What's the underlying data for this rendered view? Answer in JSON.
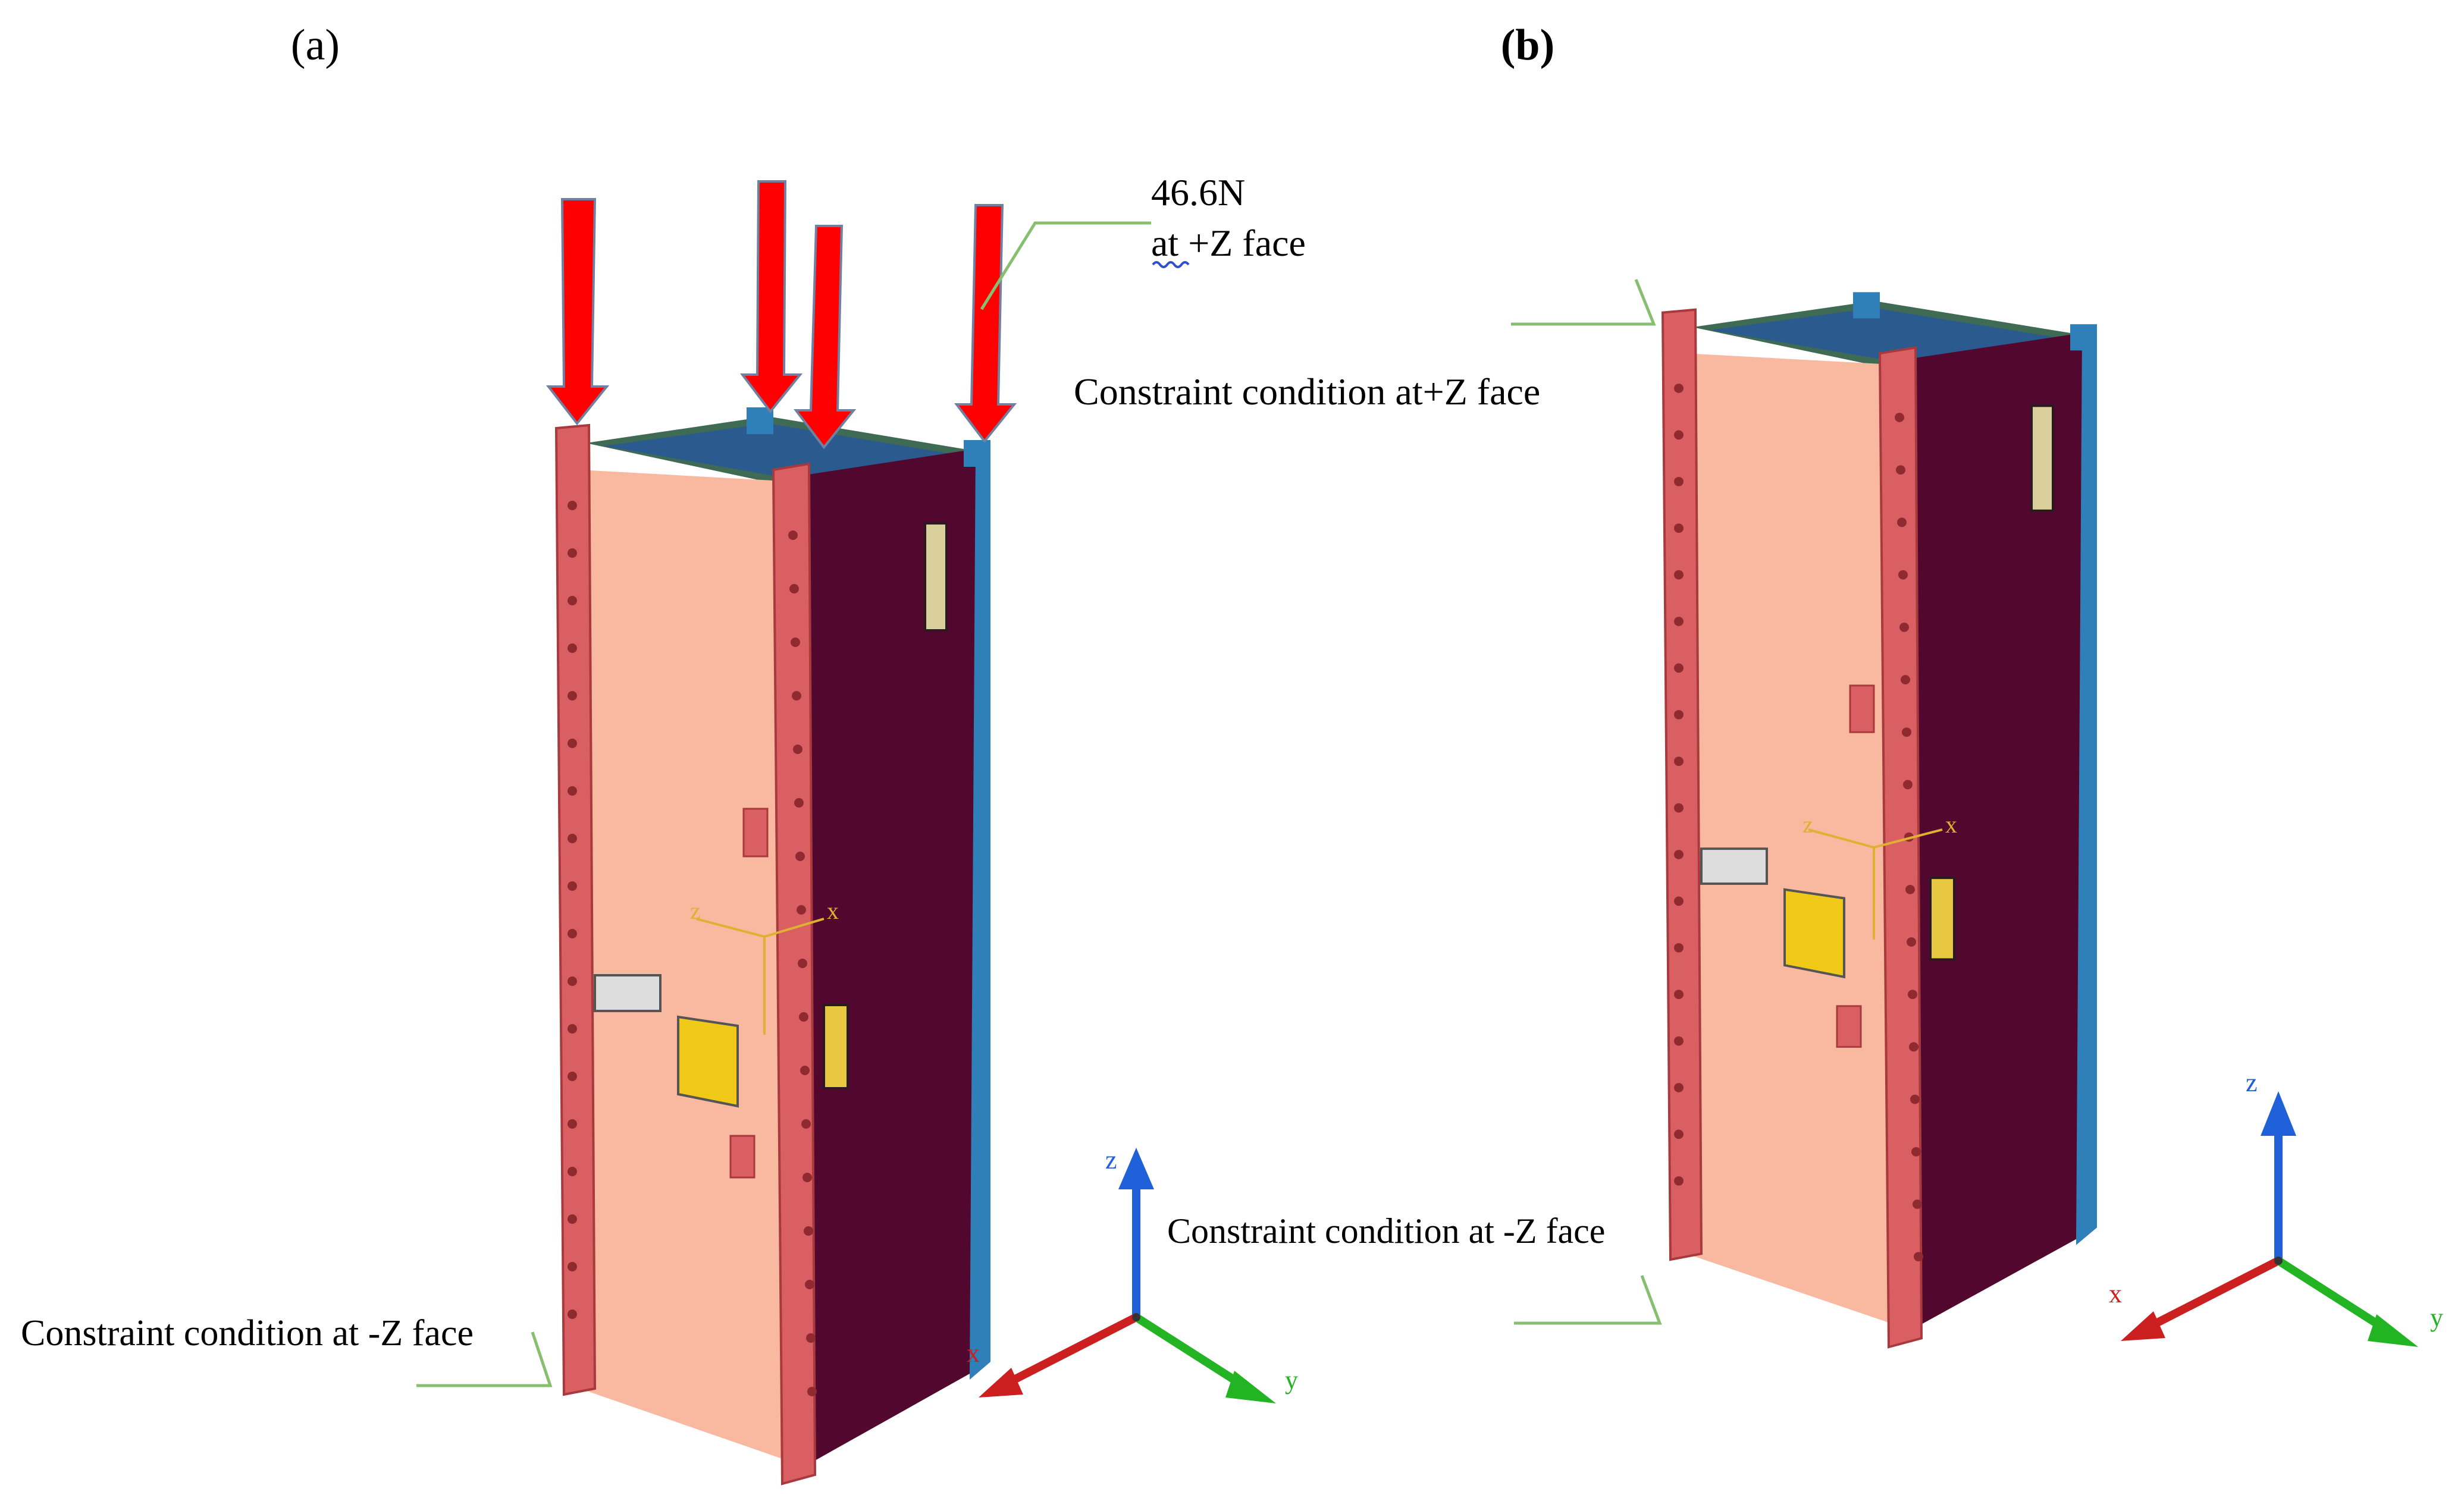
{
  "panels": {
    "a": {
      "label": "(a)",
      "force_value": "46.6N",
      "force_location": "at +Z face",
      "bottom_constraint": "Constraint condition at -Z face",
      "axes": {
        "z": "z",
        "x": "x",
        "y": "y"
      },
      "local_axes": {
        "z": "z",
        "x": "x"
      }
    },
    "b": {
      "label": "(b)",
      "top_constraint": "Constraint condition at+Z face",
      "bottom_constraint": "Constraint condition at -Z face",
      "axes": {
        "z": "z",
        "x": "x",
        "y": "y"
      },
      "local_axes": {
        "z": "z",
        "x": "x"
      }
    }
  },
  "colors": {
    "front_panel": "#f8b9a0",
    "side_panel": "#52082e",
    "rail": "#d95f63",
    "rail_blue": "#2f7fb8",
    "top_frame": "#3f6a54",
    "top_inner": "#2a5a8e",
    "force_arrow": "#ff0000",
    "leader": "#86bf70",
    "axis_x": "#cc2020",
    "axis_y": "#22b422",
    "axis_z": "#2060d8",
    "local_axis": "#e0b030",
    "yellow": "#f0c818"
  }
}
